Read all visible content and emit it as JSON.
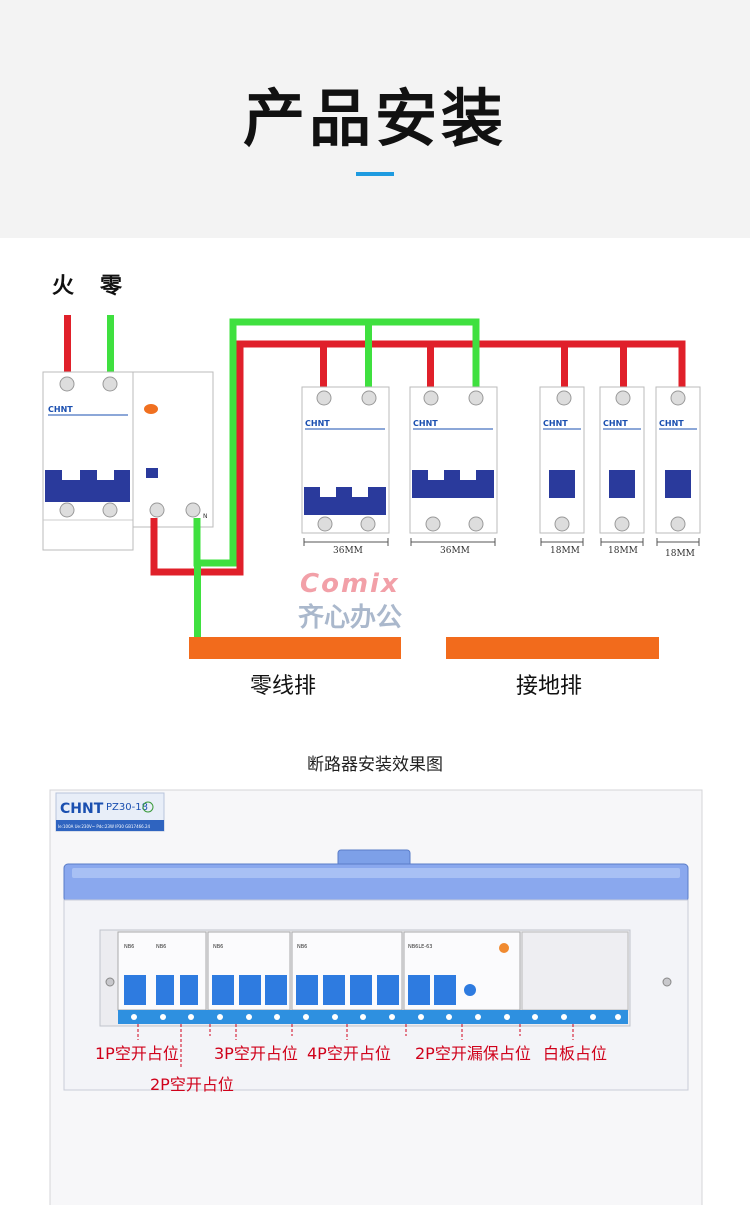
{
  "header": {
    "title": "产品安装"
  },
  "wiring": {
    "live_label": "火",
    "neutral_label": "零",
    "brand": "CHNT",
    "breaker_widths": [
      "36MM",
      "36MM",
      "18MM",
      "18MM",
      "18MM"
    ],
    "neutral_bar_label": "零线排",
    "ground_bar_label": "接地排",
    "colors": {
      "live": "#e0202a",
      "neutral": "#3fe03f",
      "bar": "#f26b1c",
      "breaker_handle": "#2a3a9c"
    }
  },
  "watermark": {
    "brand": "Comix",
    "chinese": "齐心办公"
  },
  "install": {
    "caption": "断路器安装效果图",
    "box_brand": "CHNT",
    "box_model": "PZ30-18",
    "box_spec": "Ie:100A Ue:230V~ Pdc:23W IP30 GB17466.24",
    "breaker_labels": [
      "NB6",
      "NB6",
      "NB6",
      "NB6",
      "NB6LE-63"
    ],
    "slot_labels": [
      "1P空开占位",
      "2P空开占位",
      "3P空开占位",
      "4P空开占位",
      "2P空开漏保占位",
      "白板占位"
    ]
  }
}
